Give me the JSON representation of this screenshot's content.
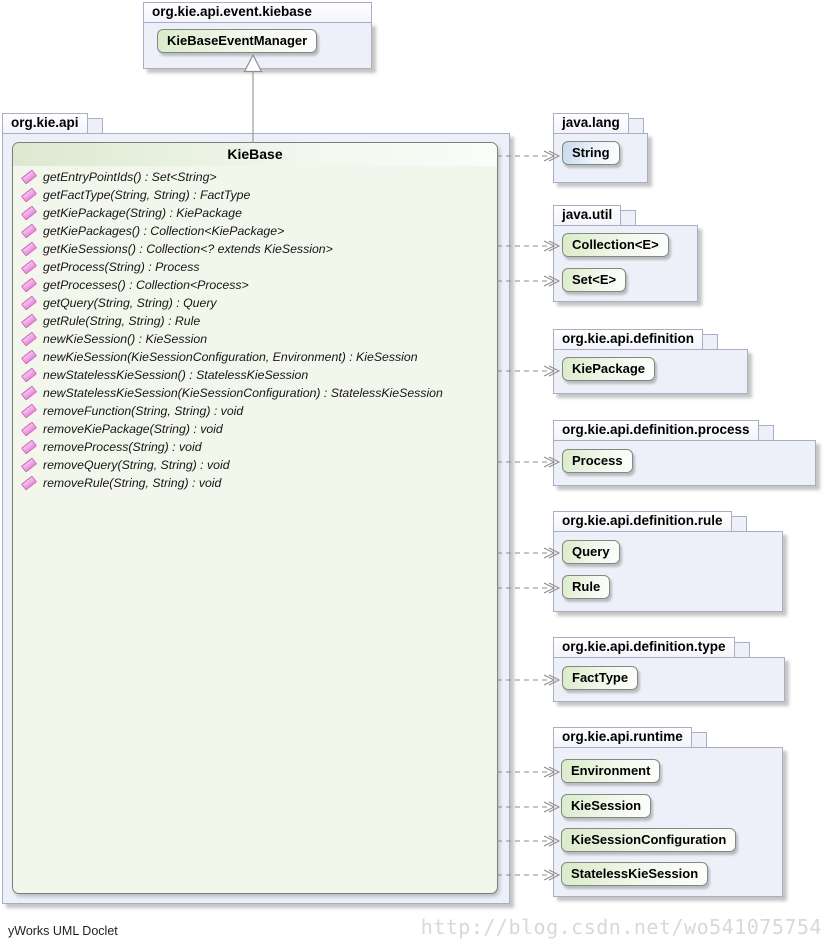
{
  "diagram": {
    "top_package": {
      "name": "org.kie.api.event.kiebase",
      "classes": [
        "KieBaseEventManager"
      ]
    },
    "main_package": {
      "name": "org.kie.api",
      "class": {
        "name": "KieBase",
        "methods": [
          "getEntryPointIds() : Set<String>",
          "getFactType(String, String) : FactType",
          "getKiePackage(String) : KiePackage",
          "getKiePackages() : Collection<KiePackage>",
          "getKieSessions() : Collection<? extends KieSession>",
          "getProcess(String) : Process",
          "getProcesses() : Collection<Process>",
          "getQuery(String, String) : Query",
          "getRule(String, String) : Rule",
          "newKieSession() : KieSession",
          "newKieSession(KieSessionConfiguration, Environment) : KieSession",
          "newStatelessKieSession() : StatelessKieSession",
          "newStatelessKieSession(KieSessionConfiguration) : StatelessKieSession",
          "removeFunction(String, String) : void",
          "removeKiePackage(String) : void",
          "removeProcess(String) : void",
          "removeQuery(String, String) : void",
          "removeRule(String, String) : void"
        ]
      }
    },
    "right_packages": [
      {
        "name": "java.lang",
        "classes": [
          "String"
        ]
      },
      {
        "name": "java.util",
        "classes": [
          "Collection<E>",
          "Set<E>"
        ]
      },
      {
        "name": "org.kie.api.definition",
        "classes": [
          "KiePackage"
        ]
      },
      {
        "name": "org.kie.api.definition.process",
        "classes": [
          "Process"
        ]
      },
      {
        "name": "org.kie.api.definition.rule",
        "classes": [
          "Query",
          "Rule"
        ]
      },
      {
        "name": "org.kie.api.definition.type",
        "classes": [
          "FactType"
        ]
      },
      {
        "name": "org.kie.api.runtime",
        "classes": [
          "Environment",
          "KieSession",
          "KieSessionConfiguration",
          "StatelessKieSession"
        ]
      }
    ],
    "relations": {
      "inheritance": "KieBase --|> KieBaseEventManager",
      "dependencies": [
        "String",
        "Collection<E>",
        "Set<E>",
        "KiePackage",
        "Process",
        "Query",
        "Rule",
        "FactType",
        "Environment",
        "KieSession",
        "KieSessionConfiguration",
        "StatelessKieSession"
      ]
    },
    "icons": {
      "method_icon": "pink-parallelogram",
      "inheritance_arrow_icon": "hollow-triangle-up",
      "dependency_arrow_icon": "open-double-chevron-right"
    },
    "colors": {
      "package_fill": "#eef0f9",
      "package_border": "#a9aec5",
      "class_button_green": "#d9ebc9",
      "class_button_blue": "#c6d9ee",
      "class_box_fill": "#f2f6eb",
      "class_box_border": "#7d8078",
      "method_icon_pink": "#ec8ae0",
      "line_gray": "#8c8c8c",
      "watermark_gray": "#d8d8d5"
    },
    "footer": {
      "generator": "yWorks UML Doclet",
      "watermark": "http://blog.csdn.net/wo541075754"
    }
  }
}
